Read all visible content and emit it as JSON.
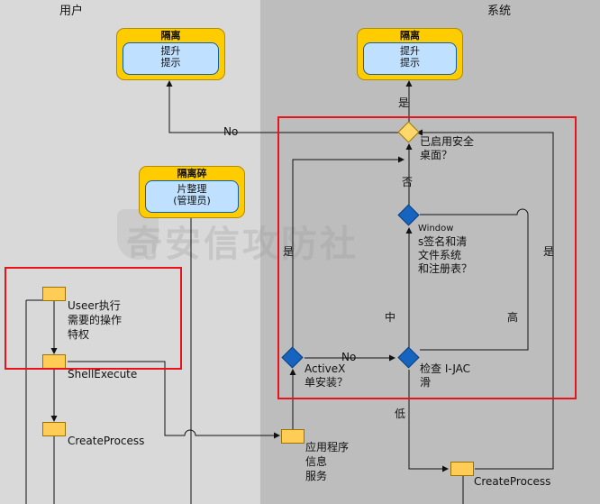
{
  "lanes": {
    "user": "用户",
    "system": "系统"
  },
  "boxes": {
    "elevate_left": {
      "title": "隔离",
      "body_line1": "提升",
      "body_line2": "提示"
    },
    "elevate_right": {
      "title": "隔离",
      "body_line1": "提升",
      "body_line2": "提示"
    },
    "defrag": {
      "title": "隔离碎",
      "body_line1": "片整理",
      "body_line2": "(管理员)"
    }
  },
  "nodes": {
    "user_exec": {
      "line1": "Useer执行",
      "line2": "需要的操作",
      "line3": "特权"
    },
    "shell_execute": "ShellExecute",
    "create_process_user": "CreateProcess",
    "app_info": {
      "line1": "应用程序",
      "line2": "信息",
      "line3": "服务"
    },
    "create_process_sys": "CreateProcess"
  },
  "decisions": {
    "secure_desktop": {
      "line1": "已启用安全",
      "line2": "桌面？"
    },
    "windows_signed": {
      "line1": "Window",
      "line2": "s签名和清",
      "line3": "文件系统",
      "line4": "和注册表？"
    },
    "activex": {
      "line1": "ActiveX",
      "line2": "单安装？"
    },
    "check_iac": {
      "line1": "检查 I-JAC",
      "line2": "滑"
    }
  },
  "edge_labels": {
    "no_top": "No",
    "yes_top": "是",
    "no_secure": "否",
    "yes_left": "是",
    "yes_right": "是",
    "no_activex": "No",
    "mid": "中",
    "high": "高",
    "low": "低"
  },
  "watermark": "奇安信攻防社",
  "colors": {
    "lane_user": "#d9d9d9",
    "lane_system": "#bdbdbd",
    "box_outer": "#ffcc00",
    "box_inner": "#bfe0ff",
    "process": "#ffcc55",
    "decision_blue": "#1565c0",
    "decision_yellow": "#ffd86b",
    "highlight": "#e8131b"
  }
}
